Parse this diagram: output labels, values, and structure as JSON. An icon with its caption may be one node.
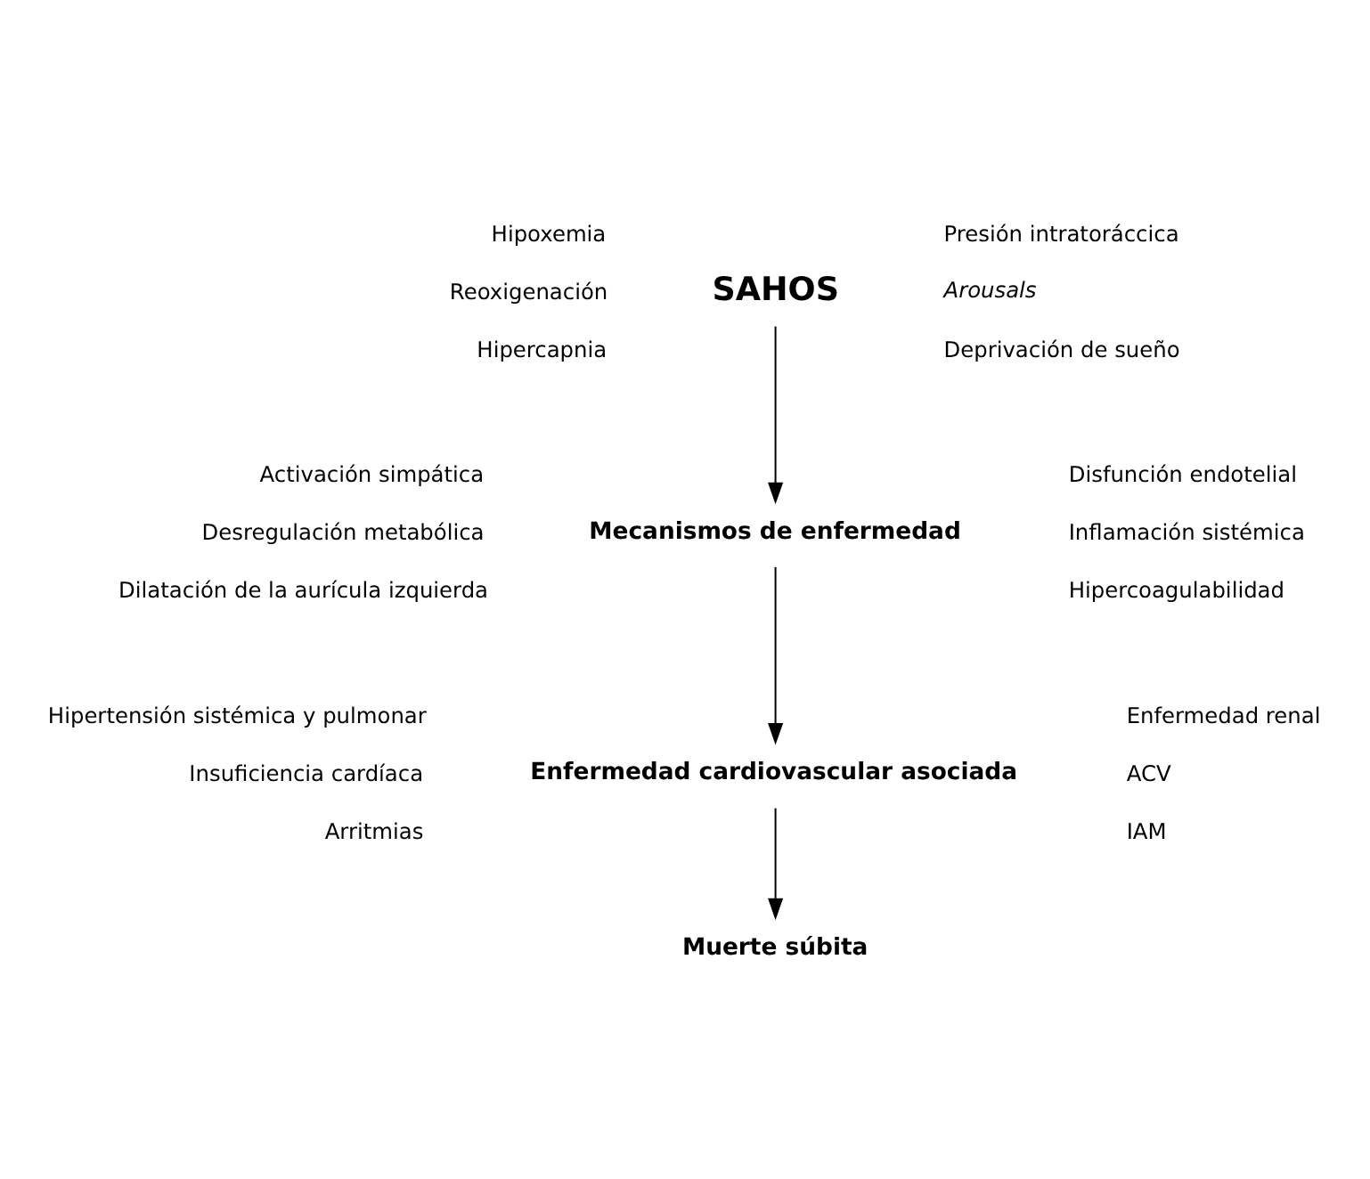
{
  "diagram": {
    "nodes": [
      {
        "text": [
          "SAHOS"
        ],
        "beside": [
          "Hipoxemia",
          "Presión intratoráccica",
          "Reoxigenación",
          "Arousals",
          "Hipercapnia",
          "Deprivación de sueño"
        ]
      },
      {
        "text": [
          "Mecanismos de enfermedad"
        ],
        "beside": [
          "Activación simpática",
          "Disfunción endotelial",
          "Desregulación metabólica",
          "Inflamación sistémica",
          "Dilatación de la aurícula izquierda",
          "Hipercoagulabilidad"
        ]
      },
      {
        "text": [
          "Enfermedad cardiovascular asociada"
        ],
        "beside": [
          "Hipertensión sistémica y pulmonar",
          "Enfermedad renal",
          "Insuficiencia cardíaca",
          "ACV",
          "Arritmias",
          "IAM"
        ]
      },
      {
        "text": [
          "Muerte súbita"
        ]
      }
    ],
    "edges": [
      {
        "from": 0,
        "to": 1,
        "arrow": "to"
      },
      {
        "from": 1,
        "to": 2,
        "arrow": "to"
      },
      {
        "from": 2,
        "to": 3,
        "arrow": "to"
      }
    ]
  }
}
